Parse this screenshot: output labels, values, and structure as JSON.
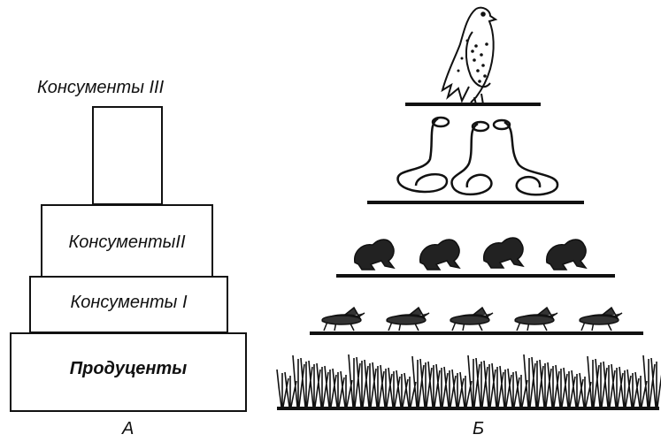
{
  "pyramid_a": {
    "letter": "А",
    "levels": {
      "consumers3": "Консументы III",
      "consumers2": "КонсументыII",
      "consumers1": "Консументы I",
      "producers": "Продуценты"
    }
  },
  "pyramid_b": {
    "letter": "Б",
    "tiers": [
      {
        "icon": "eagle-icon",
        "count": 1
      },
      {
        "icon": "snake-icon",
        "count": 3
      },
      {
        "icon": "frog-icon",
        "count": 4
      },
      {
        "icon": "grasshopper-icon",
        "count": 5
      },
      {
        "icon": "grass-icon",
        "count": 1
      }
    ]
  }
}
